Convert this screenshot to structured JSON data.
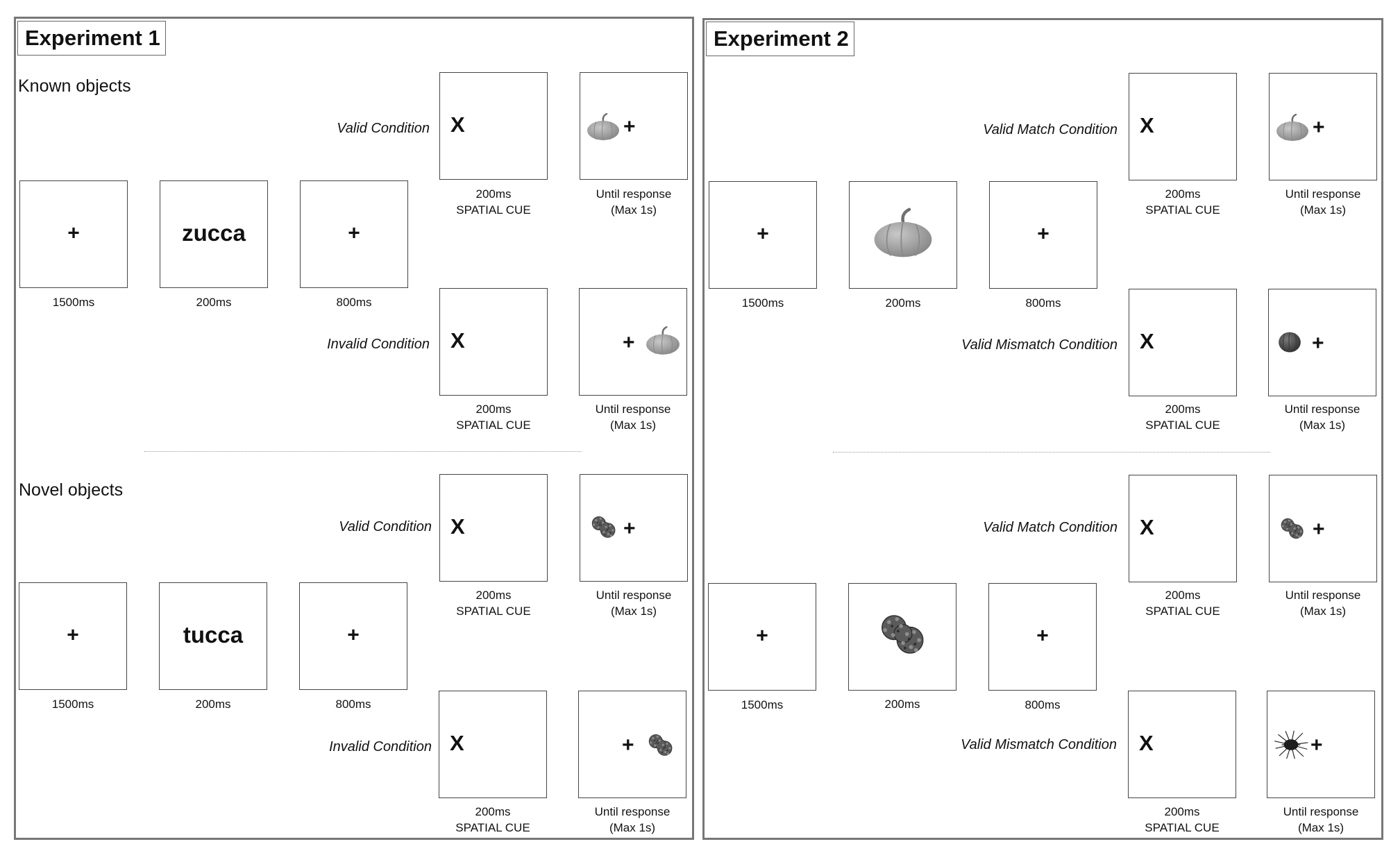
{
  "experiment1": {
    "title": "Experiment  1",
    "known": {
      "label": "Known objects",
      "sequence": [
        {
          "content": "+",
          "duration": "1500ms"
        },
        {
          "content": "zucca",
          "duration": "200ms"
        },
        {
          "content": "+",
          "duration": "800ms"
        }
      ],
      "conditions": [
        {
          "label": "Valid Condition",
          "cue": "X",
          "cue_time": "200ms",
          "cue_label": "SPATIAL CUE",
          "target_fix": "+",
          "target_time": "Until response",
          "target_max": "(Max 1s)"
        },
        {
          "label": "Invalid Condition",
          "cue": "X",
          "cue_time": "200ms",
          "cue_label": "SPATIAL CUE",
          "target_fix": "+",
          "target_time": "Until response",
          "target_max": "(Max 1s)"
        }
      ]
    },
    "novel": {
      "label": "Novel objects",
      "sequence": [
        {
          "content": "+",
          "duration": "1500ms"
        },
        {
          "content": "tucca",
          "duration": "200ms"
        },
        {
          "content": "+",
          "duration": "800ms"
        }
      ],
      "conditions": [
        {
          "label": "Valid Condition",
          "cue": "X",
          "cue_time": "200ms",
          "cue_label": "SPATIAL CUE",
          "target_fix": "+",
          "target_time": "Until response",
          "target_max": "(Max 1s)"
        },
        {
          "label": "Invalid Condition",
          "cue": "X",
          "cue_time": "200ms",
          "cue_label": "SPATIAL CUE",
          "target_fix": "+",
          "target_time": "Until response",
          "target_max": "(Max 1s)"
        }
      ]
    }
  },
  "experiment2": {
    "title": "Experiment  2",
    "known": {
      "sequence": [
        {
          "content": "+",
          "duration": "1500ms"
        },
        {
          "content": "",
          "duration": "200ms"
        },
        {
          "content": "+",
          "duration": "800ms"
        }
      ],
      "conditions": [
        {
          "label": "Valid Match Condition",
          "cue": "X",
          "cue_time": "200ms",
          "cue_label": "SPATIAL CUE",
          "target_fix": "+",
          "target_time": "Until response",
          "target_max": "(Max 1s)"
        },
        {
          "label": "Valid Mismatch Condition",
          "cue": "X",
          "cue_time": "200ms",
          "cue_label": "SPATIAL CUE",
          "target_fix": "+",
          "target_time": "Until response",
          "target_max": "(Max 1s)"
        }
      ]
    },
    "novel": {
      "sequence": [
        {
          "content": "+",
          "duration": "1500ms"
        },
        {
          "content": "",
          "duration": "200ms"
        },
        {
          "content": "+",
          "duration": "800ms"
        }
      ],
      "conditions": [
        {
          "label": "Valid Match Condition",
          "cue": "X",
          "cue_time": "200ms",
          "cue_label": "SPATIAL CUE",
          "target_fix": "+",
          "target_time": "Until response",
          "target_max": "(Max 1s)"
        },
        {
          "label": "Valid Mismatch Condition",
          "cue": "X",
          "cue_time": "200ms",
          "cue_label": "SPATIAL CUE",
          "target_fix": "+",
          "target_time": "Until response",
          "target_max": "(Max 1s)"
        }
      ]
    }
  },
  "icons": {
    "pumpkin": "pumpkin-icon",
    "dark_pumpkin": "dark-pumpkin-icon",
    "novel_blob": "novel-blob-object-icon",
    "spiky_novel": "spiky-novel-object-icon"
  },
  "colors": {
    "border": "#777777",
    "box": "#444444",
    "pumpkin": "#9a9a9a",
    "novel": "#555555"
  }
}
